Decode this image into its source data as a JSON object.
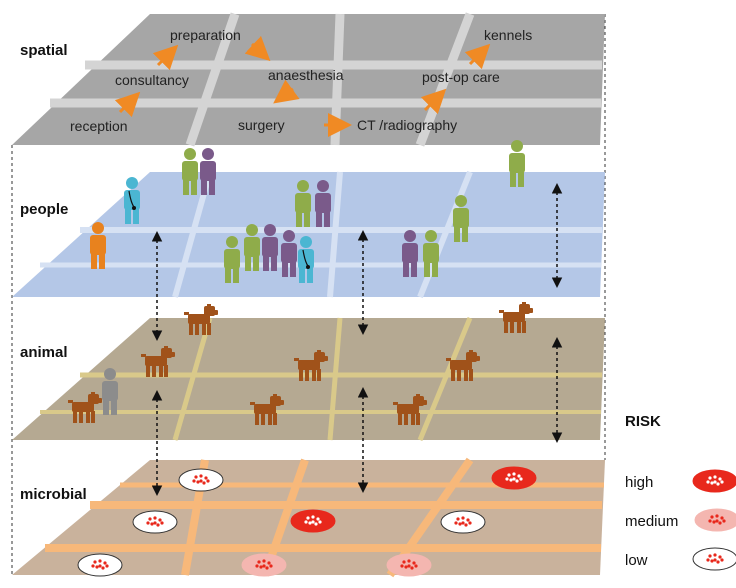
{
  "layers": {
    "spatial": "spatial",
    "people": "people",
    "animal": "animal",
    "microbial": "microbial"
  },
  "rooms": {
    "preparation": "preparation",
    "kennels": "kennels",
    "consultancy": "consultancy",
    "anaesthesia": "anaesthesia",
    "post_op_care": "post-op care",
    "reception": "reception",
    "surgery": "surgery",
    "ct_radiography": "CT /radiography"
  },
  "risk": {
    "title": "RISK",
    "high": "high",
    "medium": "medium",
    "low": "low"
  },
  "colors": {
    "spatial_plane": "#a6a6a6",
    "people_plane": "#b4c7e7",
    "animal_plane": "#b5a992",
    "microbial_plane": "#c9b29c",
    "arrow_orange": "#f08a24",
    "person_green": "#8fac4a",
    "person_purple": "#7a5a8a",
    "person_cyan": "#4bb6d2",
    "person_orange": "#e8821e",
    "dog_brown": "#a0521a",
    "risk_high": "#e8281c",
    "risk_medium": "#f4b6b0",
    "risk_low": "#ffffff"
  }
}
